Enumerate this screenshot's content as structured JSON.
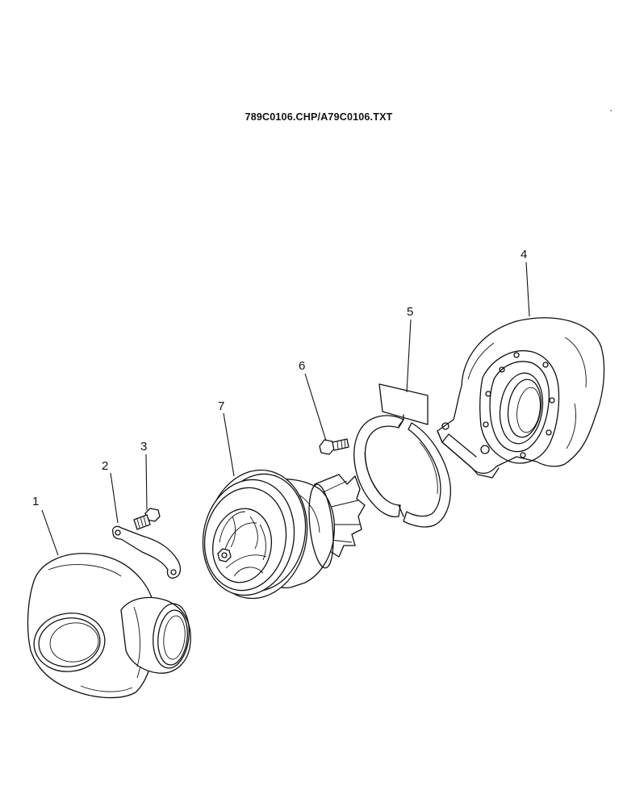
{
  "reference": "789C0106.CHP/A79C0106.TXT",
  "callouts": {
    "c1": "1",
    "c2": "2",
    "c3": "3",
    "c4": "4",
    "c5": "5",
    "c6": "6",
    "c7": "7"
  },
  "parts": [
    {
      "callout": "1",
      "icon": "compressor-housing-icon"
    },
    {
      "callout": "2",
      "icon": "lock-plate-icon"
    },
    {
      "callout": "3",
      "icon": "cap-screw-icon"
    },
    {
      "callout": "4",
      "icon": "turbine-housing-icon"
    },
    {
      "callout": "5",
      "icon": "v-band-clamp-icon"
    },
    {
      "callout": "6",
      "icon": "bolt-icon"
    },
    {
      "callout": "7",
      "icon": "cartridge-assembly-icon"
    }
  ]
}
